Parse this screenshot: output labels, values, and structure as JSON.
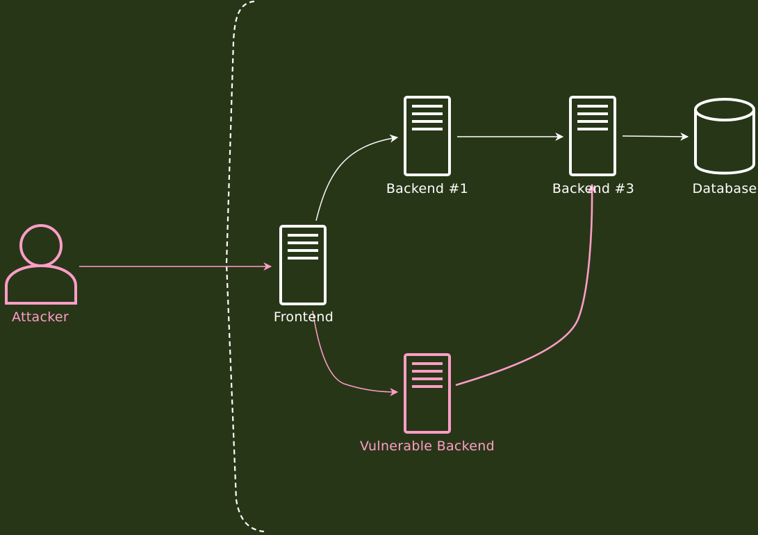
{
  "colors": {
    "background": "#283618",
    "normal": "#ffffff",
    "highlight": "#ff9ec7"
  },
  "nodes": {
    "attacker": {
      "label": "Attacker",
      "icon": "user-icon",
      "highlighted": true
    },
    "frontend": {
      "label": "Frontend",
      "icon": "server-icon",
      "highlighted": false
    },
    "backend1": {
      "label": "Backend #1",
      "icon": "server-icon",
      "highlighted": false
    },
    "backend3": {
      "label": "Backend #3",
      "icon": "server-icon",
      "highlighted": false
    },
    "database": {
      "label": "Database",
      "icon": "database-icon",
      "highlighted": false
    },
    "vulnerable": {
      "label": "Vulnerable Backend",
      "icon": "server-icon",
      "highlighted": true
    }
  },
  "edges": [
    {
      "from": "attacker",
      "to": "frontend",
      "highlighted": true
    },
    {
      "from": "frontend",
      "to": "backend1",
      "highlighted": false
    },
    {
      "from": "backend1",
      "to": "backend3",
      "highlighted": false
    },
    {
      "from": "backend3",
      "to": "database",
      "highlighted": false
    },
    {
      "from": "frontend",
      "to": "vulnerable",
      "highlighted": true
    },
    {
      "from": "vulnerable",
      "to": "backend3",
      "highlighted": true
    }
  ]
}
